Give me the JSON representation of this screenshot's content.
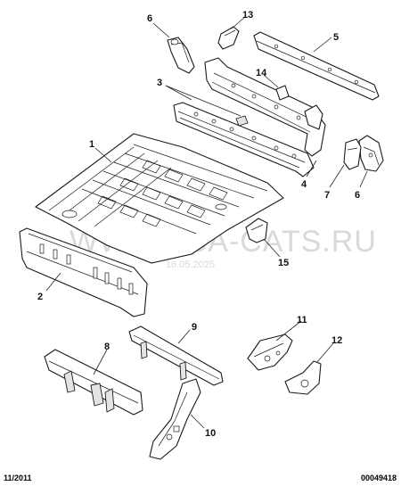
{
  "callouts": [
    "1",
    "2",
    "3",
    "4",
    "5",
    "6",
    "6",
    "7",
    "8",
    "9",
    "10",
    "11",
    "12",
    "13",
    "14",
    "15"
  ],
  "watermark": {
    "text": "WWW.PSA-CATS.RU",
    "date": "16.05.2025"
  },
  "footer": {
    "left": "11/2011",
    "right": "00049418"
  }
}
